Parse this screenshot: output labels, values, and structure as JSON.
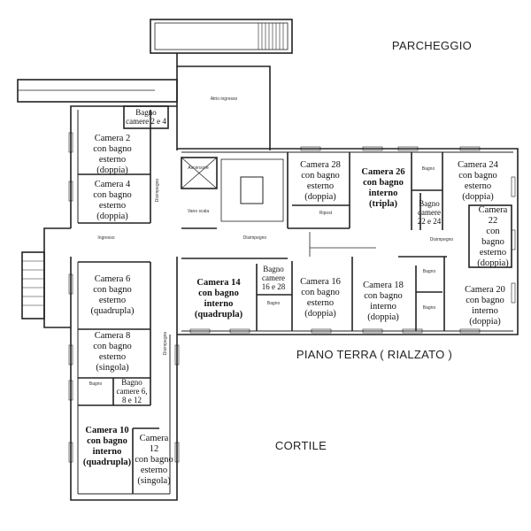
{
  "areas": {
    "parcheggio": "PARCHEGGIO",
    "piano_terra": "PIANO TERRA ( RIALZATO )",
    "cortile": "CORTILE"
  },
  "rooms": {
    "bagno_2_4": "Bagno\ncamere 2 e 4",
    "camera_2": "Camera 2\ncon bagno\nesterno\n(doppia)",
    "camera_4": "Camera 4\ncon bagno\nesterno\n(doppia)",
    "atrio": "Atrio ingresso",
    "ascensore": "Ascensore",
    "vano_scala": "Vano scala",
    "ingresso": "Ingresso",
    "disimpegno_w": "Disimpegno",
    "disimpegno_c": "Disimpegno",
    "disimpegno_e": "Disimpegno",
    "disimpegno_s": "Disimpegno",
    "camera_28": "Camera 28\ncon bagno\nesterno\n(doppia)",
    "ripost": "Ripost",
    "camera_26": "Camera 26\ncon bagno\ninterno\n(tripla)",
    "bagno_26": "Bagno",
    "bagno_22_24": "Bagno\ncamere\n22 e 24",
    "camera_24": "Camera 24\ncon bagno\nesterno\n(doppia)",
    "camera_22": "Camera\n22\ncon\nbagno\nesterno\n(doppia)",
    "camera_14": "Camera 14\ncon bagno\ninterno\n(quadrupla)",
    "bagno_16_28": "Bagno\ncamere\n16 e 28",
    "bagno_14": "Bagno",
    "camera_16": "Camera 16\ncon bagno\nesterno\n(doppia)",
    "camera_18": "Camera 18\ncon bagno\ninterno\n(doppia)",
    "bagno_18": "Bagno",
    "bagno_20": "Bagno",
    "camera_20": "Camera 20\ncon bagno\ninterno\n(doppia)",
    "camera_6": "Camera 6\ncon bagno\nesterno\n(quadrupla)",
    "camera_8": "Camera 8\ncon bagno\nesterno\n(singola)",
    "bagno_10": "Bagno",
    "bagno_6_8_12": "Bagno\ncamere 6,\n8 e 12",
    "camera_10": "Camera 10\ncon bagno\ninterno\n(quadrupla)",
    "camera_12": "Camera\n12\ncon bagno\nesterno\n(singola)"
  }
}
